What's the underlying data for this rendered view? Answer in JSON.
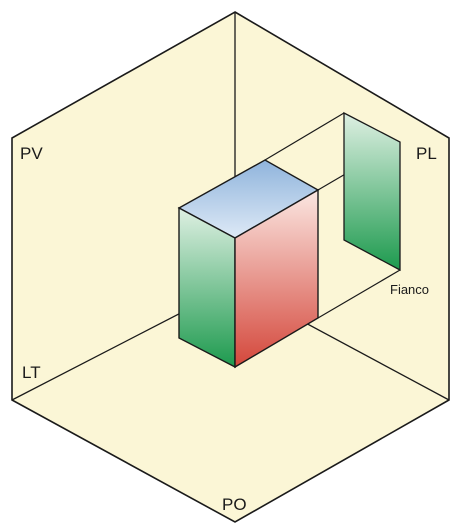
{
  "labels": {
    "pv": "PV",
    "pl": "PL",
    "lt": "LT",
    "po": "PO",
    "fianco": "Fianco"
  },
  "colors": {
    "background": "#ffffff",
    "plane_fill": "#fbf6d6",
    "line": "#1a1a1a",
    "top_face_light": "#dde9f6",
    "top_face_dark": "#8fb4dc",
    "side_face_light": "#dff0e3",
    "side_face_dark": "#1d9a4e",
    "front_face_light": "#fbe7e2",
    "front_face_dark": "#d4473b"
  }
}
